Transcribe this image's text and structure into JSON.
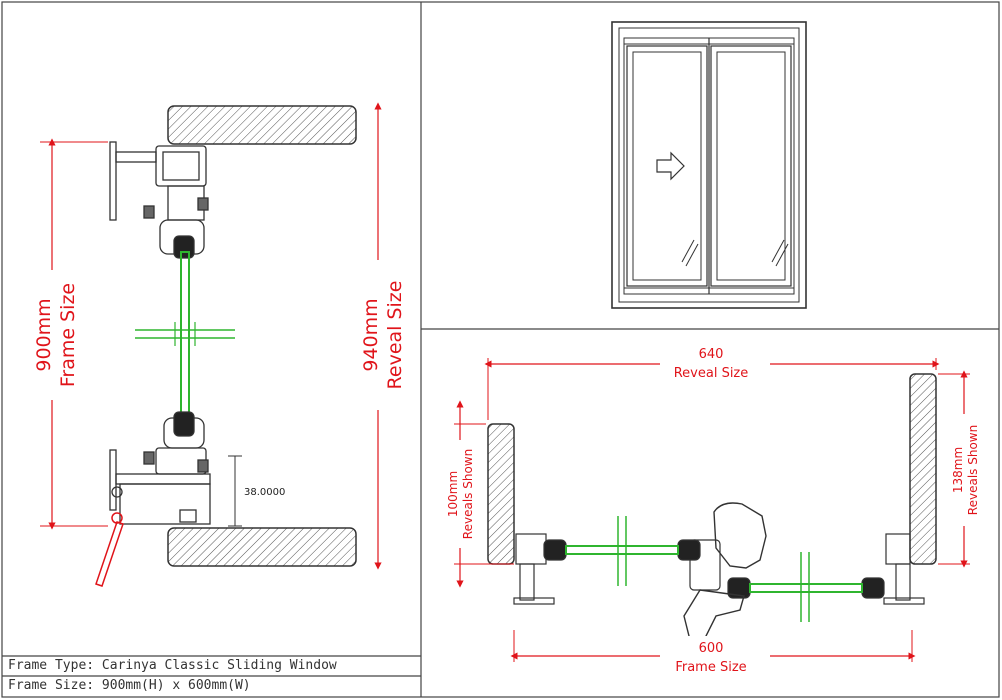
{
  "panels": {
    "vertical_section": {
      "frame_dim": {
        "value": "900mm",
        "label": "Frame Size"
      },
      "reveal_dim": {
        "value": "940mm",
        "label": "Reveal Size"
      },
      "sill_offset": "38.0000"
    },
    "horizontal_section": {
      "reveal_width": {
        "value": "640",
        "label": "Reveal Size"
      },
      "frame_width": {
        "value": "600",
        "label": "Frame Size"
      },
      "left_reveal": {
        "value": "100mm",
        "label": "Reveals Shown"
      },
      "right_reveal": {
        "value": "138mm",
        "label": "Reveals Shown"
      }
    }
  },
  "title_block": {
    "frame_type": "Frame Type: Carinya Classic Sliding Window",
    "frame_size": "Frame Size: 900mm(H) x 600mm(W)"
  },
  "colors": {
    "dimension": "#e0141a",
    "glass": "#2fb52f",
    "outline": "#333333"
  }
}
